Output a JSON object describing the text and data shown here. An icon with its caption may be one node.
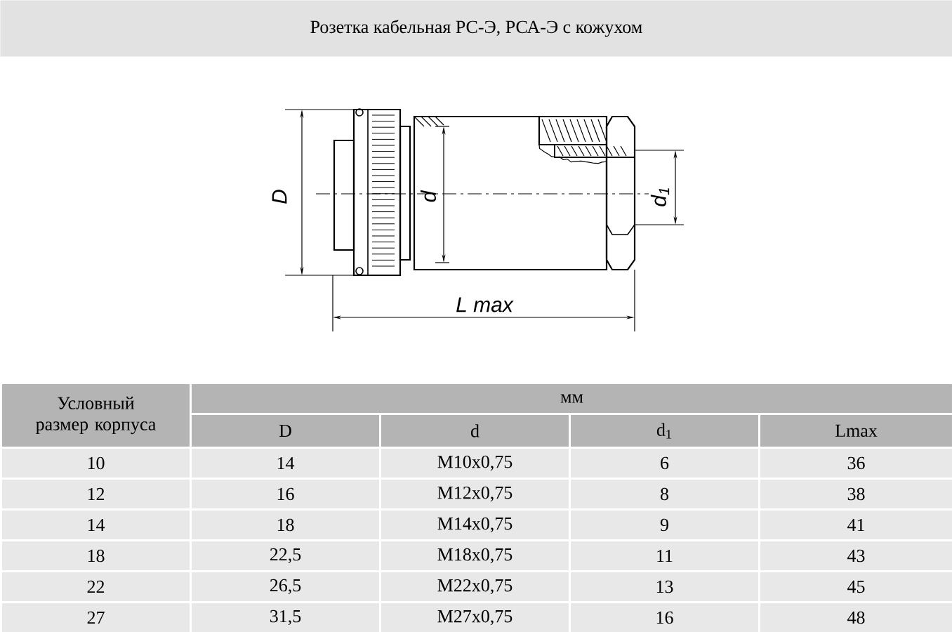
{
  "diagram": {
    "title": "Розетка кабельная РС-Э, РСА-Э с кожухом",
    "labels": [
      "D",
      "d",
      "d$_{1}$",
      "L max",
      "Условный размер корпуса",
      "мм",
      "D",
      "d",
      "d$_{1}$",
      "Lmax",
      "10",
      "14",
      "M10x0,75",
      "6",
      "36",
      "12",
      "16",
      "M12x0,75",
      "8",
      "38",
      "14",
      "18",
      "M14x0,75",
      "9",
      "41",
      "18",
      "22,5",
      "M18x0,75",
      "11",
      "43",
      "22",
      "26,5",
      "M22x0,75",
      "13",
      "45",
      "27",
      "31,5",
      "M27x0,75",
      "16",
      "48"
    ]
  }
}
